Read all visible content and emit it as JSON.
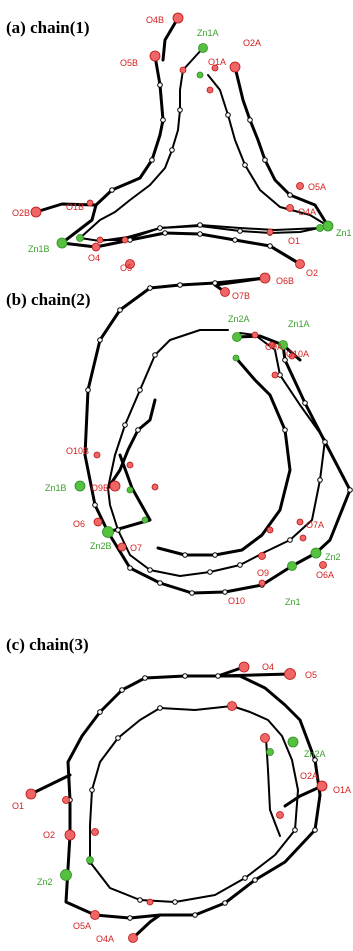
{
  "panels": [
    {
      "title": "(a) chain(1)",
      "labels": [
        "Zn1A",
        "O4B",
        "O1A",
        "O2A",
        "O5B",
        "O5A",
        "O4A",
        "O2B",
        "O1B",
        "Zn1",
        "O1",
        "Zn1B",
        "O4",
        "O5",
        "O2"
      ]
    },
    {
      "title": "(b) chain(2)",
      "labels": [
        "O6B",
        "O7B",
        "Zn2A",
        "Zn1A",
        "O9A",
        "O10A",
        "O10B",
        "Zn1B",
        "O9B",
        "O6",
        "Zn2B",
        "O7",
        "O7A",
        "Zn2",
        "O6A",
        "O9",
        "O10",
        "Zn1"
      ]
    },
    {
      "title": "(c) chain(3)",
      "labels": [
        "O4",
        "O5",
        "Zn2A",
        "O2A",
        "O1A",
        "O1",
        "O2",
        "Zn2",
        "O5A",
        "O4A"
      ]
    }
  ],
  "colors": {
    "oxygen": "#ee6666",
    "zinc": "#55c23f",
    "carbon": "#ffffff",
    "bond": "#000000"
  }
}
